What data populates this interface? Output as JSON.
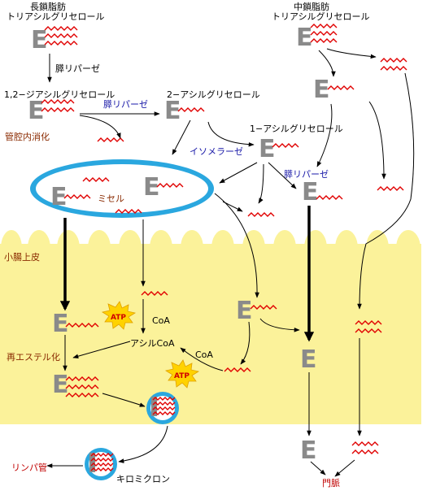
{
  "labels": {
    "long_chain_fat": "長鎖脂肪",
    "triacylglycerol_left": "トリアシルグリセロール",
    "medium_chain_fat": "中鎖脂肪",
    "triacylglycerol_right": "トリアシルグリセロール",
    "pancreatic_lipase_1": "膵リパーゼ",
    "diacylglycerol": "1,2−ジアシルグリセロール",
    "pancreatic_lipase_2": "膵リパーゼ",
    "two_acylglycerol": "2−アシルグリセロール",
    "luminal_digestion": "管腔内消化",
    "one_acylglycerol": "1−アシルグリセロール",
    "isomerase": "イソメラーゼ",
    "pancreatic_lipase_3": "膵リパーゼ",
    "micelle": "ミセル",
    "small_intestine_epithelium": "小腸上皮",
    "coa_1": "CoA",
    "acyl_coa": "アシルCoA",
    "coa_2": "CoA",
    "reesterification": "再エステル化",
    "lymph_vessel": "リンパ管",
    "chylomicron": "キロミクロン",
    "portal_vein": "門脈",
    "atp_1": "ATP",
    "atp_2": "ATP"
  },
  "glycerol_glyph": "E",
  "colors": {
    "epithelium_fill": "#fbf29a",
    "micelle_outer": "#2aa7df",
    "fatty_acid": "#e00000",
    "glycerol": "#8a8a8a",
    "atp_burst": "#ffd200"
  }
}
